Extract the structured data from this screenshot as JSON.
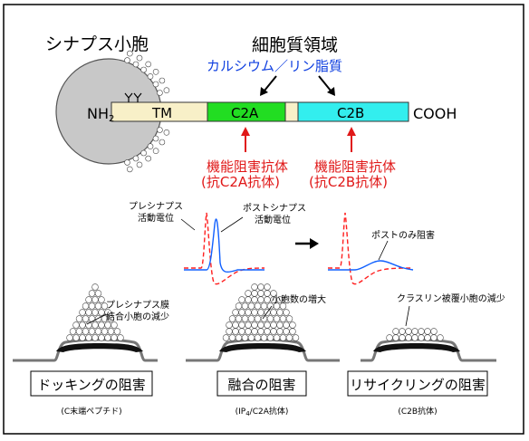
{
  "top": {
    "vesicle_label": "シナプス小胞",
    "cytoplasmic_label": "細胞質領域",
    "ca_lipid_label": "カルシウム／リン脂質",
    "nh2_label": "NH",
    "nh2_sub": "2",
    "tm_label": "TM",
    "c2a_label": "C2A",
    "c2b_label": "C2B",
    "cooh_label": "COOH",
    "antibody1_line1": "機能阻害抗体",
    "antibody1_line2": "(抗C2A抗体)",
    "antibody2_line1": "機能阻害抗体",
    "antibody2_line2": "(抗C2B抗体)"
  },
  "middle": {
    "pre_ap_line1": "プレシナプス",
    "pre_ap_line2": "活動電位",
    "post_ap_line1": "ポストシナプス",
    "post_ap_line2": "活動電位",
    "post_only_label": "ポストのみ阻害"
  },
  "bottom": {
    "ann1_line1": "プレシナプス膜",
    "ann1_line2": "結合小胞の減少",
    "ann2": "小胞数の増大",
    "ann3": "クラスリン被覆小胞の減少",
    "box1": "ドッキングの阻害",
    "box2": "融合の阻害",
    "box3": "リサイクリングの阻害",
    "cap1": "(C末端ペプチド)",
    "cap2_pre": "(IP",
    "cap2_sub": "4",
    "cap2_post": "/C2A抗体)",
    "cap3": "(C2B抗体)"
  },
  "colors": {
    "c2a_fill": "#22dd22",
    "c2b_fill": "#33eeee",
    "tm_fill": "#f8f0c8",
    "vesicle_fill": "#c8c8c8",
    "antibody_red": "#e01818",
    "ca_lipid_blue": "#1040e0",
    "trace_blue": "#1060ff",
    "trace_red": "#ff2020"
  }
}
